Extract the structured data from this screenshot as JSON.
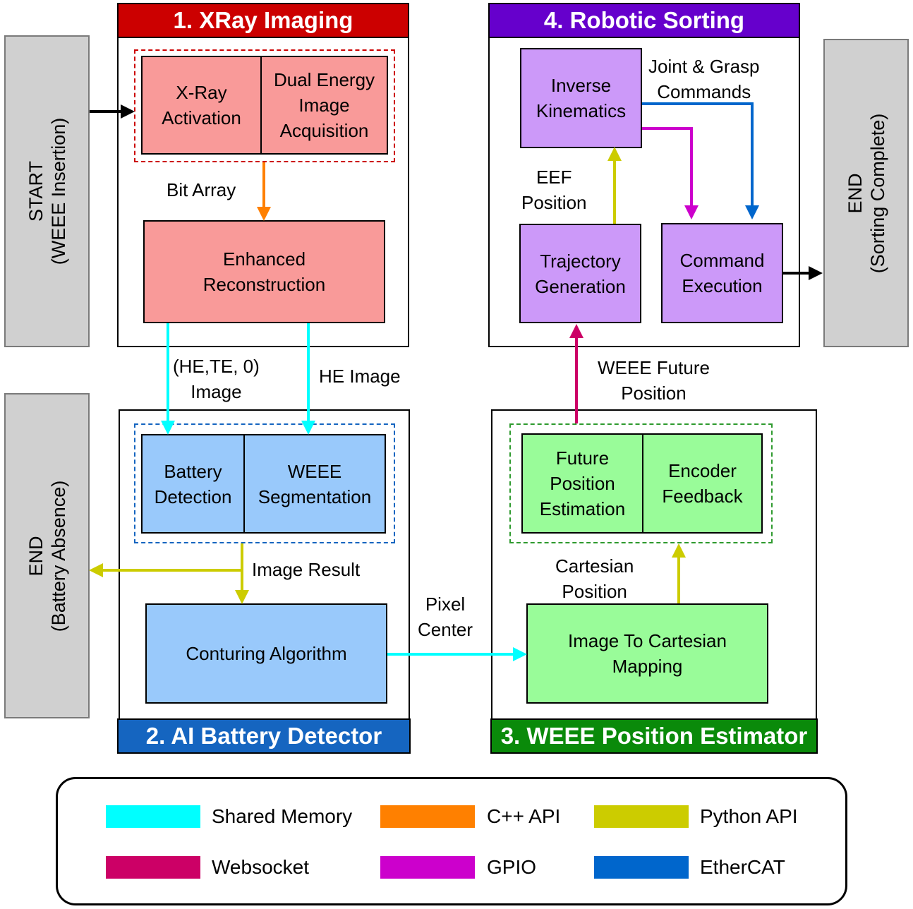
{
  "start": {
    "title": "START",
    "sub": "(WEEE Insertion)"
  },
  "end_battery": {
    "title": "END",
    "sub": "(Battery Absence)"
  },
  "end_sorting": {
    "title": "END",
    "sub": "(Sorting Complete)"
  },
  "modules": {
    "xray": {
      "title": "1. XRay Imaging",
      "color": "#cc0000",
      "xray_activation": "X-Ray\nActivation",
      "dual_energy": "Dual Energy\nImage\nAcquisition",
      "enhanced": "Enhanced\nReconstruction"
    },
    "ai": {
      "title": "2. AI Battery Detector",
      "color": "#1565c0",
      "battery_detection": "Battery\nDetection",
      "weee_segmentation": "WEEE\nSegmentation",
      "contouring": "Conturing Algorithm"
    },
    "position": {
      "title": "3. WEEE Position Estimator",
      "color": "#0a8a0a",
      "future_position": "Future\nPosition\nEstimation",
      "encoder_feedback": "Encoder\nFeedback",
      "mapping": "Image To Cartesian\nMapping"
    },
    "robot": {
      "title": "4. Robotic Sorting",
      "color": "#6600cc",
      "inverse_kinematics": "Inverse\nKinematics",
      "trajectory": "Trajectory\nGeneration",
      "command_execution": "Command\nExecution"
    }
  },
  "edge_labels": {
    "bit_array": "Bit Array",
    "he_te_image": "(HE,TE, 0)\nImage",
    "he_image": "HE Image",
    "image_result": "Image Result",
    "pixel_center": "Pixel\nCenter",
    "cartesian_position": "Cartesian\nPosition",
    "weee_future_position": "WEEE Future\nPosition",
    "eef_position": "EEF\nPosition",
    "joint_grasp": "Joint & Grasp\nCommands"
  },
  "legend": [
    {
      "label": "Shared Memory",
      "color": "#00ffff"
    },
    {
      "label": "C++ API",
      "color": "#ff8000"
    },
    {
      "label": "Python API",
      "color": "#cccc00"
    },
    {
      "label": "Websocket",
      "color": "#cc0066"
    },
    {
      "label": "GPIO",
      "color": "#cc00cc"
    },
    {
      "label": "EtherCAT",
      "color": "#0066cc"
    }
  ]
}
